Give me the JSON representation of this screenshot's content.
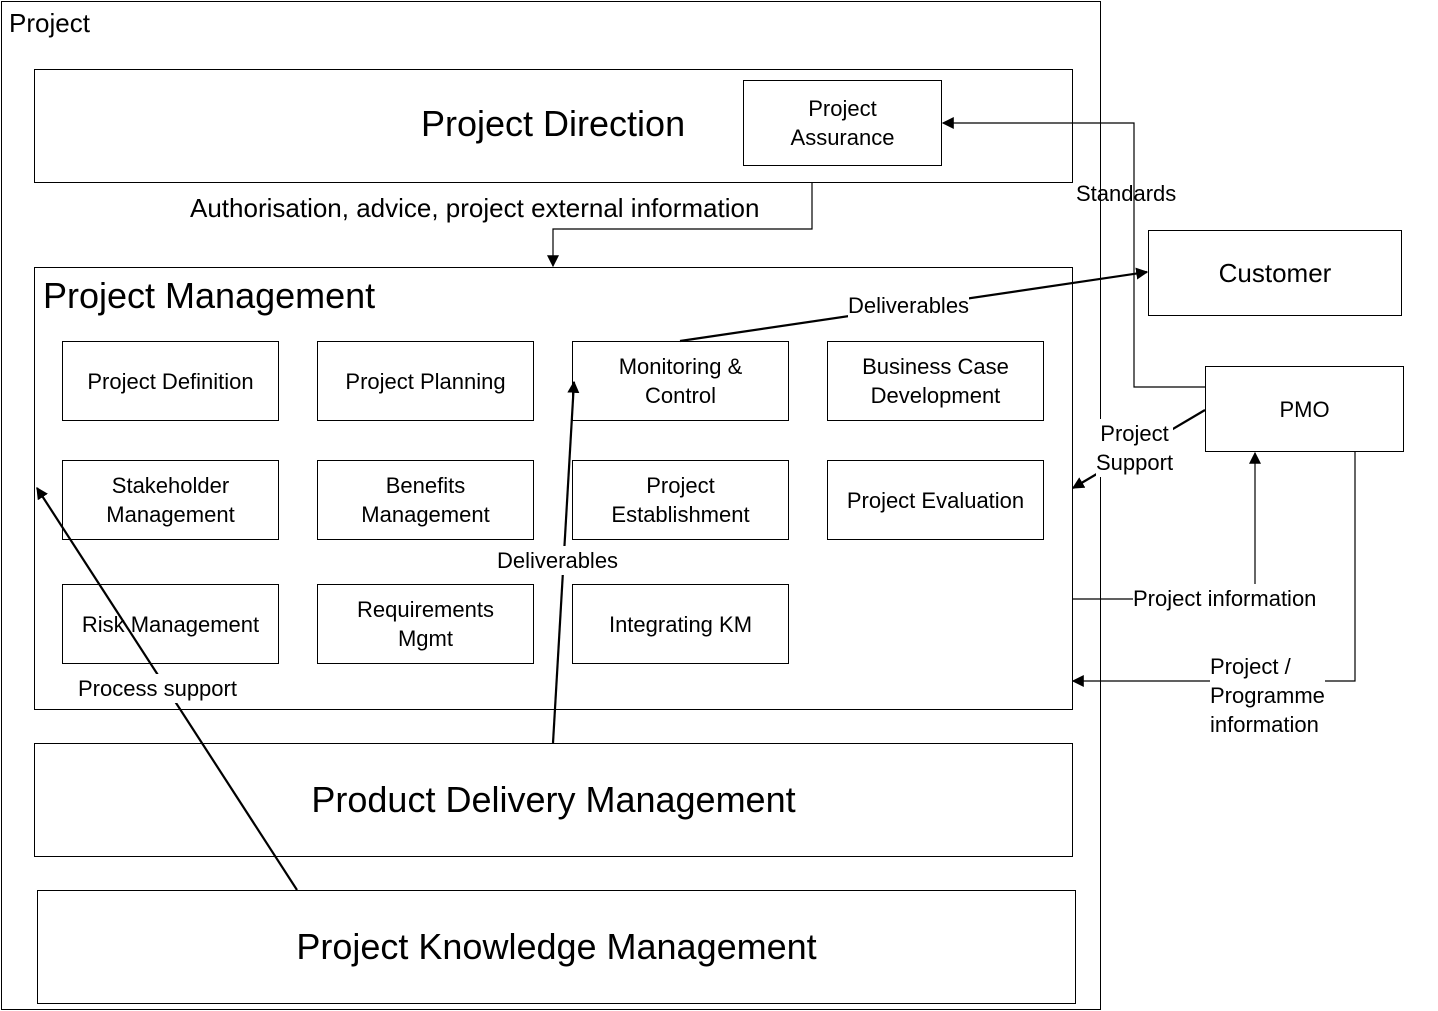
{
  "project": {
    "title": "Project"
  },
  "direction": {
    "title": "Project Direction",
    "assurance": "Project\nAssurance"
  },
  "management": {
    "title": "Project Management",
    "blocks": [
      "Project Definition",
      "Project Planning",
      "Monitoring &\nControl",
      "Business Case\nDevelopment",
      "Stakeholder\nManagement",
      "Benefits\nManagement",
      "Project\nEstablishment",
      "Project Evaluation",
      "Risk Management",
      "Requirements\nMgmt",
      "Integrating KM"
    ]
  },
  "delivery": {
    "title": "Product Delivery Management"
  },
  "knowledge": {
    "title": "Project Knowledge Management"
  },
  "customer": {
    "title": "Customer"
  },
  "pmo": {
    "title": "PMO"
  },
  "flows": {
    "authorisation": "Authorisation, advice, project external information",
    "standards": "Standards",
    "deliverables_customer": "Deliverables",
    "deliverables_delivery": "Deliverables",
    "project_support": "Project\nSupport",
    "project_information": "Project information",
    "programme_information": "Project / Programme\ninformation",
    "process_support": "Process support"
  }
}
